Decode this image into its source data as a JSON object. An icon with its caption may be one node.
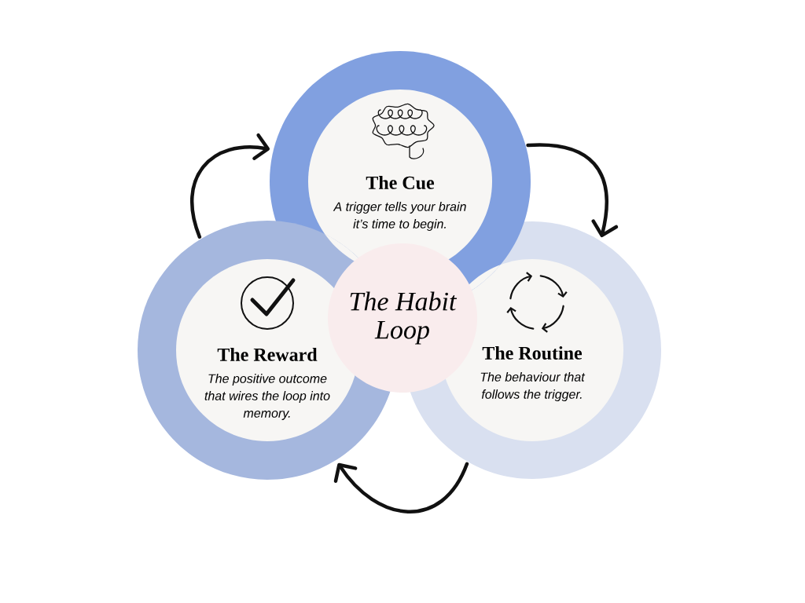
{
  "diagram": {
    "nodes": [
      {
        "text": [
          "The Cue",
          "A trigger tells your brain it’s time to begin."
        ]
      },
      {
        "text": [
          "The Habit Loop"
        ]
      },
      {
        "text": [
          "The Reward",
          "The positive outcome that wires the loop into memory."
        ]
      },
      {
        "text": [
          "The Routine",
          "The behaviour that follows the trigger."
        ]
      }
    ],
    "edges": [
      {
        "from": 2,
        "to": 0,
        "arrow": "to"
      },
      {
        "from": 0,
        "to": 3,
        "arrow": "to"
      },
      {
        "from": 3,
        "to": 2,
        "arrow": "to"
      }
    ]
  }
}
